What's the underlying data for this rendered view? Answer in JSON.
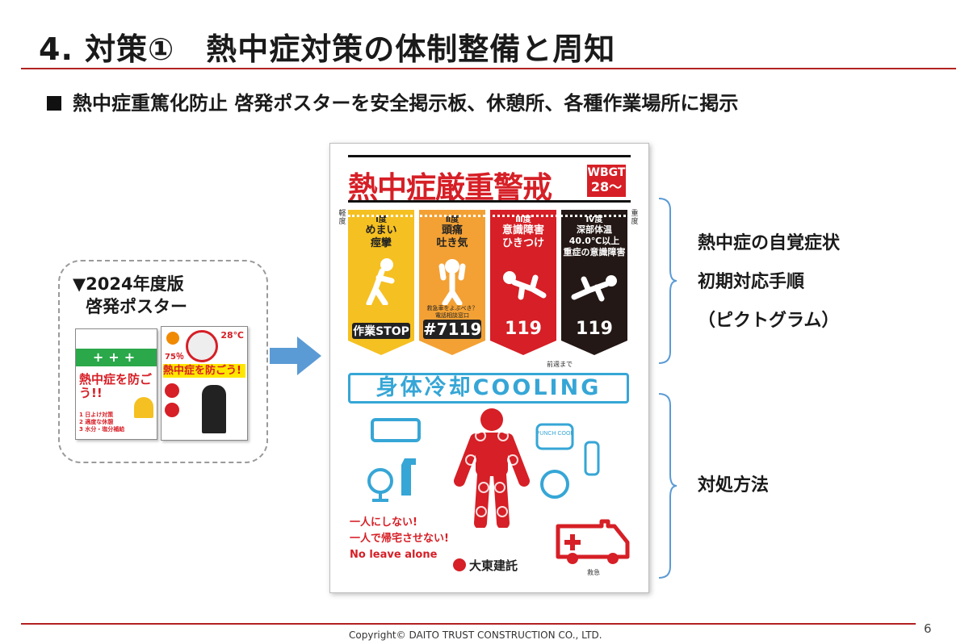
{
  "slide": {
    "title": "4. 対策①　熱中症対策の体制整備と周知",
    "bullet": "熱中症重篤化防止 啓発ポスターを安全掲示板、休憩所、各種作業場所に掲示",
    "callout": {
      "line1": "▼2024年度版",
      "line2": "啓発ポスター",
      "mini1": {
        "banner": "熱中症を防ごう!!",
        "points": [
          "1 日よけ対策",
          "2 適度な休憩",
          "3 水分・塩分補給"
        ]
      },
      "mini2": {
        "temp": "28℃",
        "pct": "75％",
        "banner": "熱中症を防ごう!"
      }
    },
    "poster": {
      "title": "熱中症厳重警戒",
      "wbgt_top": "WBGT",
      "wbgt_bottom": "28～",
      "mild": "軽度",
      "severe": "重度",
      "levels": [
        {
          "lv": "Ⅰ度",
          "symptom": "めまい\n痙攣",
          "action": "作業STOP",
          "color": "#f5c021"
        },
        {
          "lv": "Ⅱ度",
          "symptom": "頭痛\n吐き気",
          "note": "救急車をよぶべき？\n電話相談窓口",
          "action": "#7119",
          "color": "#f3a134"
        },
        {
          "lv": "Ⅲ度",
          "symptom": "意識障害\nひきつけ",
          "action": "119",
          "color": "#d61f26"
        },
        {
          "lv": "Ⅳ度",
          "symptom": "深部体温\n40.0℃以上\n重症の意識障害",
          "action": "119",
          "color": "#231815"
        }
      ],
      "small_note": "前週まで",
      "cooling": "身体冷却COOLING",
      "punch": "PUNCH COOL",
      "warn1": "一人にしない!",
      "warn2": "一人で帰宅させない!",
      "warn3": "No leave alone",
      "ambulance": "救急",
      "brand": "大東建託"
    },
    "side_labels": {
      "upper": [
        "熱中症の自覚症状",
        "初期対応手順",
        "（ピクトグラム）"
      ],
      "lower": "対処方法"
    },
    "footer": {
      "copyright": "Copyright© DAITO TRUST CONSTRUCTION CO., LTD.",
      "page": "6"
    }
  },
  "colors": {
    "accent_red": "#b22222",
    "poster_red": "#d61f26",
    "cool_blue": "#36a6d6",
    "arrow_blue": "#5b9bd5"
  }
}
